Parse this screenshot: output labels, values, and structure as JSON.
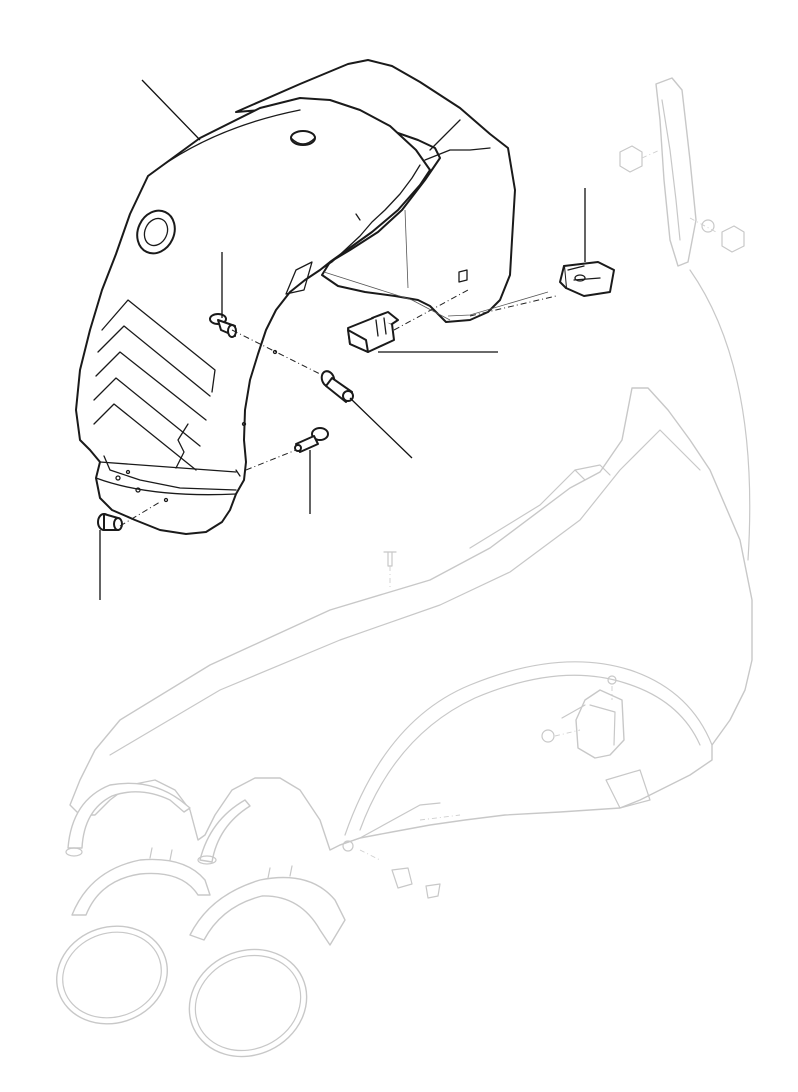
{
  "diagram": {
    "style": "exploded parts diagram (line art, no printed text)",
    "colors": {
      "foreground": "#1a1a1a",
      "background_parts": "#c8c8c8",
      "page": "#ffffff"
    },
    "foreground_parts": [
      "wheel-arch-liner",
      "push-rivet-upper",
      "screw-middle",
      "screw-lower",
      "push-rivet-lower",
      "bracket-clip",
      "speed-nut-clip"
    ],
    "background_parts": [
      "front-wing",
      "wing-trim-strip",
      "wing-mounting-bracket",
      "wheel-arch-trims",
      "ring-seals"
    ]
  }
}
